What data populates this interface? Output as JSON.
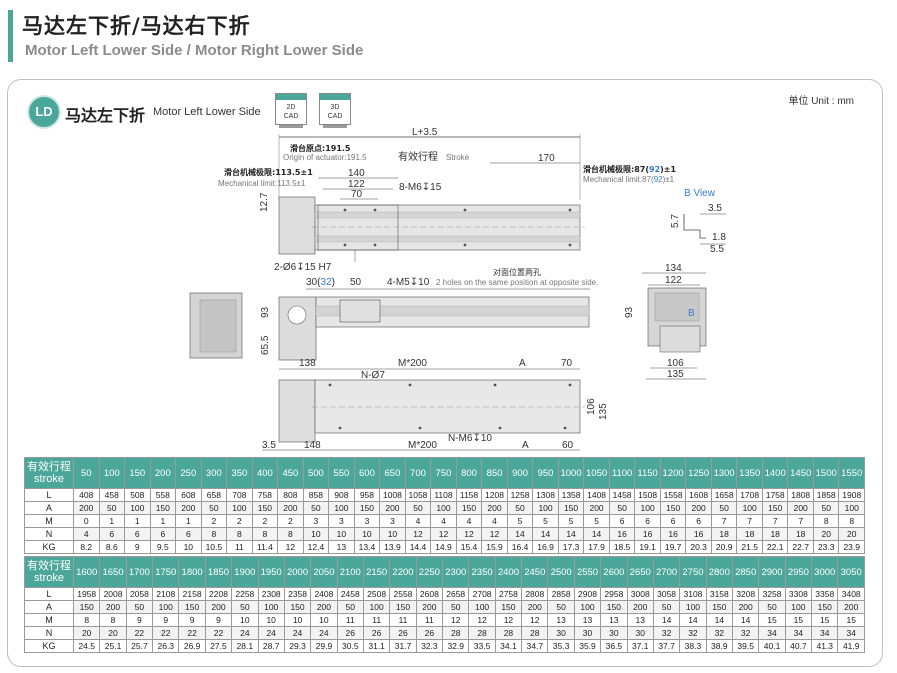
{
  "header": {
    "title_cn": "马达左下折/马达右下折",
    "title_en": "Motor Left Lower Side / Motor Right Lower Side"
  },
  "section": {
    "badge": "LD",
    "title_cn": "马达左下折",
    "title_en": "Motor Left Lower Side",
    "cad_2d": [
      "2D",
      "CAD"
    ],
    "cad_3d": [
      "3D",
      "CAD"
    ],
    "unit": "单位 Unit : mm"
  },
  "drawing": {
    "l_plus": "L+3.5",
    "origin_cn": "滑台原点:191.5",
    "origin_en": "Origin of actuator:191.5",
    "stroke_cn": "有效行程",
    "stroke_en": "Stroke",
    "d170": "170",
    "mech_left_cn": "滑台机械极限:113.5±1",
    "mech_left_en": "Mechanical limit:113.5±1",
    "mech_right_cn_a": "滑台机械极限:87(",
    "mech_right_blue": "92",
    "mech_right_cn_b": ")±1",
    "mech_right_en_a": "Mechanical limit:87(",
    "mech_right_en_b": ")±1",
    "d140": "140",
    "d122": "122",
    "d70": "70",
    "d12_7": "12.7",
    "m6_8": "8-M6↧15",
    "hole2": "2-Ø6↧15 H7",
    "d30_a": "30(",
    "d30_blue": "32",
    "d30_b": ")",
    "d50": "50",
    "m5_4": "4-M5↧10",
    "m5_note": "2 holes on the same position at opposite side.",
    "opp_cn": "对面位置两孔",
    "d93": "93",
    "d65_5": "65.5",
    "bview": "B View",
    "d3_5": "3.5",
    "d5_7": "5.7",
    "d1_8": "1.8",
    "d5_5": "5.5",
    "d134": "134",
    "d122b": "122",
    "d93b": "93",
    "b_label": "B",
    "d106": "106",
    "d135": "135",
    "d138": "138",
    "m200": "M*200",
    "a_label": "A",
    "d70b": "70",
    "n_hole": "N-Ø7",
    "d106b": "106",
    "d135b": "135",
    "d3_5b": "3.5",
    "d148": "148",
    "m200b": "M*200",
    "n_m6": "N-M6↧10",
    "a_label2": "A",
    "d60": "60"
  },
  "table1": {
    "header_cn": "有效行程",
    "header_en": "stroke",
    "strokes": [
      "50",
      "100",
      "150",
      "200",
      "250",
      "300",
      "350",
      "400",
      "450",
      "500",
      "550",
      "600",
      "650",
      "700",
      "750",
      "800",
      "850",
      "900",
      "950",
      "1000",
      "1050",
      "1100",
      "1150",
      "1200",
      "1250",
      "1300",
      "1350",
      "1400",
      "1450",
      "1500",
      "1550"
    ],
    "rows": [
      {
        "label": "L",
        "values": [
          "408",
          "458",
          "508",
          "558",
          "608",
          "658",
          "708",
          "758",
          "808",
          "858",
          "908",
          "958",
          "1008",
          "1058",
          "1108",
          "1158",
          "1208",
          "1258",
          "1308",
          "1358",
          "1408",
          "1458",
          "1508",
          "1558",
          "1608",
          "1658",
          "1708",
          "1758",
          "1808",
          "1858",
          "1908"
        ]
      },
      {
        "label": "A",
        "values": [
          "200",
          "50",
          "100",
          "150",
          "200",
          "50",
          "100",
          "150",
          "200",
          "50",
          "100",
          "150",
          "200",
          "50",
          "100",
          "150",
          "200",
          "50",
          "100",
          "150",
          "200",
          "50",
          "100",
          "150",
          "200",
          "50",
          "100",
          "150",
          "200",
          "50",
          "100"
        ]
      },
      {
        "label": "M",
        "values": [
          "0",
          "1",
          "1",
          "1",
          "1",
          "2",
          "2",
          "2",
          "2",
          "3",
          "3",
          "3",
          "3",
          "4",
          "4",
          "4",
          "4",
          "5",
          "5",
          "5",
          "5",
          "6",
          "6",
          "6",
          "6",
          "7",
          "7",
          "7",
          "7",
          "8",
          "8"
        ]
      },
      {
        "label": "N",
        "values": [
          "4",
          "6",
          "6",
          "6",
          "6",
          "8",
          "8",
          "8",
          "8",
          "10",
          "10",
          "10",
          "10",
          "12",
          "12",
          "12",
          "12",
          "14",
          "14",
          "14",
          "14",
          "16",
          "16",
          "16",
          "16",
          "18",
          "18",
          "18",
          "18",
          "20",
          "20"
        ]
      },
      {
        "label": "KG",
        "values": [
          "8.2",
          "8.6",
          "9",
          "9.5",
          "10",
          "10.5",
          "11",
          "11.4",
          "12",
          "12.4",
          "13",
          "13.4",
          "13.9",
          "14.4",
          "14.9",
          "15.4",
          "15.9",
          "16.4",
          "16.9",
          "17.3",
          "17.9",
          "18.5",
          "19.1",
          "19.7",
          "20.3",
          "20.9",
          "21.5",
          "22.1",
          "22.7",
          "23.3",
          "23.9"
        ]
      }
    ]
  },
  "table2": {
    "header_cn": "有效行程",
    "header_en": "stroke",
    "strokes": [
      "1600",
      "1650",
      "1700",
      "1750",
      "1800",
      "1850",
      "1900",
      "1950",
      "2000",
      "2050",
      "2100",
      "2150",
      "2200",
      "2250",
      "2300",
      "2350",
      "2400",
      "2450",
      "2500",
      "2550",
      "2600",
      "2650",
      "2700",
      "2750",
      "2800",
      "2850",
      "2900",
      "2950",
      "3000",
      "3050"
    ],
    "rows": [
      {
        "label": "L",
        "values": [
          "1958",
          "2008",
          "2058",
          "2108",
          "2158",
          "2208",
          "2258",
          "2308",
          "2358",
          "2408",
          "2458",
          "2508",
          "2558",
          "2608",
          "2658",
          "2708",
          "2758",
          "2808",
          "2858",
          "2908",
          "2958",
          "3008",
          "3058",
          "3108",
          "3158",
          "3208",
          "3258",
          "3308",
          "3358",
          "3408"
        ]
      },
      {
        "label": "A",
        "values": [
          "150",
          "200",
          "50",
          "100",
          "150",
          "200",
          "50",
          "100",
          "150",
          "200",
          "50",
          "100",
          "150",
          "200",
          "50",
          "100",
          "150",
          "200",
          "50",
          "100",
          "150",
          "200",
          "50",
          "100",
          "150",
          "200",
          "50",
          "100",
          "150",
          "200"
        ]
      },
      {
        "label": "M",
        "values": [
          "8",
          "8",
          "9",
          "9",
          "9",
          "9",
          "10",
          "10",
          "10",
          "10",
          "11",
          "11",
          "11",
          "11",
          "12",
          "12",
          "12",
          "12",
          "13",
          "13",
          "13",
          "13",
          "14",
          "14",
          "14",
          "14",
          "15",
          "15",
          "15",
          "15"
        ]
      },
      {
        "label": "N",
        "values": [
          "20",
          "20",
          "22",
          "22",
          "22",
          "22",
          "24",
          "24",
          "24",
          "24",
          "26",
          "26",
          "26",
          "26",
          "28",
          "28",
          "28",
          "28",
          "30",
          "30",
          "30",
          "30",
          "32",
          "32",
          "32",
          "32",
          "34",
          "34",
          "34",
          "34"
        ]
      },
      {
        "label": "KG",
        "values": [
          "24.5",
          "25.1",
          "25.7",
          "26.3",
          "26.9",
          "27.5",
          "28.1",
          "28.7",
          "29.3",
          "29.9",
          "30.5",
          "31.1",
          "31.7",
          "32.3",
          "32.9",
          "33.5",
          "34.1",
          "34.7",
          "35.3",
          "35.9",
          "36.5",
          "37.1",
          "37.7",
          "38.3",
          "38.9",
          "39.5",
          "40.1",
          "40.7",
          "41.3",
          "41.9"
        ]
      }
    ]
  }
}
